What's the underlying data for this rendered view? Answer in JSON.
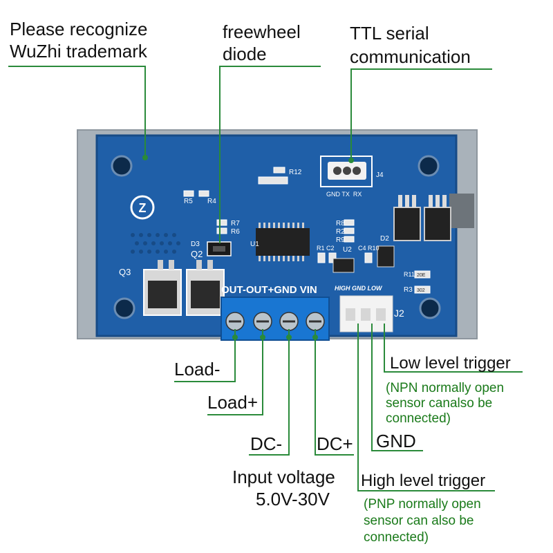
{
  "colors": {
    "pcb": "#1f5fa8",
    "case": "#a9b2ba",
    "terminal": "#1976d2",
    "leader": "#2a8a3a",
    "note": "#1a7a1a"
  },
  "callouts": {
    "trademark_line1": "Please recognize",
    "trademark_line2": "WuZhi trademark",
    "diode_line1": "freewheel",
    "diode_line2": "diode",
    "ttl_line1": "TTL serial",
    "ttl_line2": "communication",
    "load_minus": "Load-",
    "load_plus": "Load+",
    "dc_minus": "DC-",
    "dc_plus": "DC+",
    "input_voltage_line1": "Input voltage",
    "input_voltage_line2": "5.0V-30V",
    "low_trigger": "Low level trigger",
    "low_note_line1": "(NPN normally open",
    "low_note_line2": "sensor canalso be",
    "low_note_line3": "connected)",
    "gnd": "GND",
    "high_trigger": "High level trigger",
    "high_note_line1": "(PNP normally open",
    "high_note_line2": "sensor can also be",
    "high_note_line3": "connected)"
  },
  "board_silkscreen": {
    "q3": "Q3",
    "q2": "Q2",
    "d3": "D3",
    "u1": "U1",
    "u2": "U2",
    "d2": "D2",
    "j4": "J4",
    "j2": "J2",
    "r12": "R12",
    "r5": "R5",
    "r4": "R4",
    "r7": "R7",
    "r6": "R6",
    "r8": "R8",
    "r2": "R2",
    "r9": "R9",
    "r1": "R1",
    "c2": "C2",
    "c4": "C4",
    "r10": "R10",
    "r11": "R11",
    "r3": "R3",
    "terminal_labels": "OUT-OUT+GND VIN",
    "j2_labels": "HIGH GND LOW",
    "j4_labels": "GND TX  RX",
    "r11_value": "20E",
    "r3_value": "302"
  },
  "logo_mark": "Z"
}
